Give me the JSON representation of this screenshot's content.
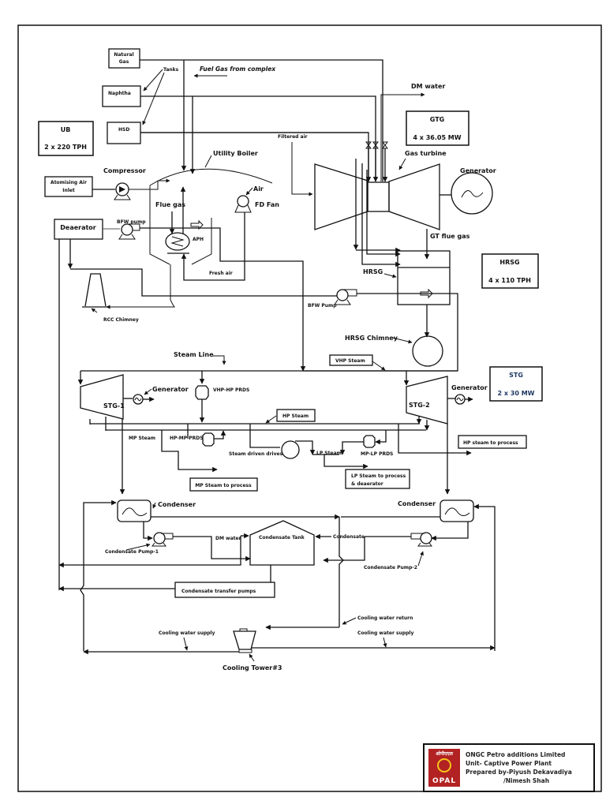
{
  "title": "Captive Power Plant Process Flow Diagram",
  "fuel": {
    "natural_gas_line1": "Natural",
    "natural_gas_line2": "Gas",
    "naphtha": "Naphtha",
    "hsd": "HSD",
    "tanks_label": "Tanks",
    "fuel_gas_label": "Fuel Gas from complex"
  },
  "ub_box": {
    "title": "UB",
    "capacity": "2 x 220 TPH"
  },
  "gtg_box": {
    "title": "GTG",
    "capacity": "4 x 36.05 MW"
  },
  "hrsg_box": {
    "title": "HRSG",
    "capacity": "4 x 110 TPH"
  },
  "stg_box": {
    "title": "STG",
    "capacity": "2 x 30 MW"
  },
  "boiler": {
    "utility_boiler": "Utility Boiler",
    "compressor": "Compressor",
    "atomising_line1": "Atomising Air",
    "atomising_line2": "Inlet",
    "flue_gas": "Flue gas",
    "aph": "APH",
    "air": "Air",
    "fd_fan": "FD Fan",
    "fresh_air": "Fresh air",
    "deaerator": "Deaerator",
    "bfw_pump": "BFW pump",
    "rcc_chimney": "RCC Chimney"
  },
  "gas_turbine": {
    "dm_water": "DM water",
    "filtered_air": "Filtered air",
    "gas_turbine": "Gas turbine",
    "generator": "Generator",
    "gt_flue_gas": "GT flue gas",
    "hrsg": "HRSG",
    "bfw_pump": "BFW Pump",
    "hrsg_chimney": "HRSG Chimney"
  },
  "steam": {
    "steam_line": "Steam Line",
    "vhp_steam": "VHP Steam",
    "stg1": "STG-1",
    "stg2": "STG-2",
    "generator1": "Generator",
    "generator2": "Generator",
    "vhp_hp_prds": "VHP-HP PRDS",
    "hp_steam": "HP Steam",
    "mp_steam": "MP Steam",
    "hp_mp_prds": "HP-MP PRDS",
    "steam_driven_drives": "Steam driven drives",
    "lp_steam": "LP Steam",
    "mp_lp_prds": "MP-LP PRDS",
    "mp_steam_to_process": "MP Steam to process",
    "lp_steam_to_process_line1": "LP Steam to process",
    "lp_steam_to_process_line2": "& deaerator",
    "hp_steam_to_process": "HP steam to process"
  },
  "condensate": {
    "condenser1": "Condenser",
    "condenser2": "Condenser",
    "condensate_pump1": "Condensate Pump-1",
    "condensate_pump2": "Condensate Pump-2",
    "dm_water": "DM water",
    "condensate_tank": "Condensate Tank",
    "condensate": "Condensate",
    "transfer_pumps": "Condensate transfer pumps"
  },
  "cooling": {
    "return": "Cooling water return",
    "supply_left": "Cooling water supply",
    "supply_right": "Cooling water supply",
    "tower": "Cooling Tower#3"
  },
  "footer": {
    "logo_hindi": "ओपीएएल",
    "logo_brand": "OPAL",
    "line1": "ONGC Petro additions Limited",
    "line2": "Unit- Captive Power Plant",
    "line3": "Prepared by-Piyush Dekavadiya",
    "line4": "/Nimesh Shah"
  },
  "colors": {
    "navy": "#1f3864",
    "logo_red": "#b22222",
    "logo_gold": "#f5c518"
  }
}
